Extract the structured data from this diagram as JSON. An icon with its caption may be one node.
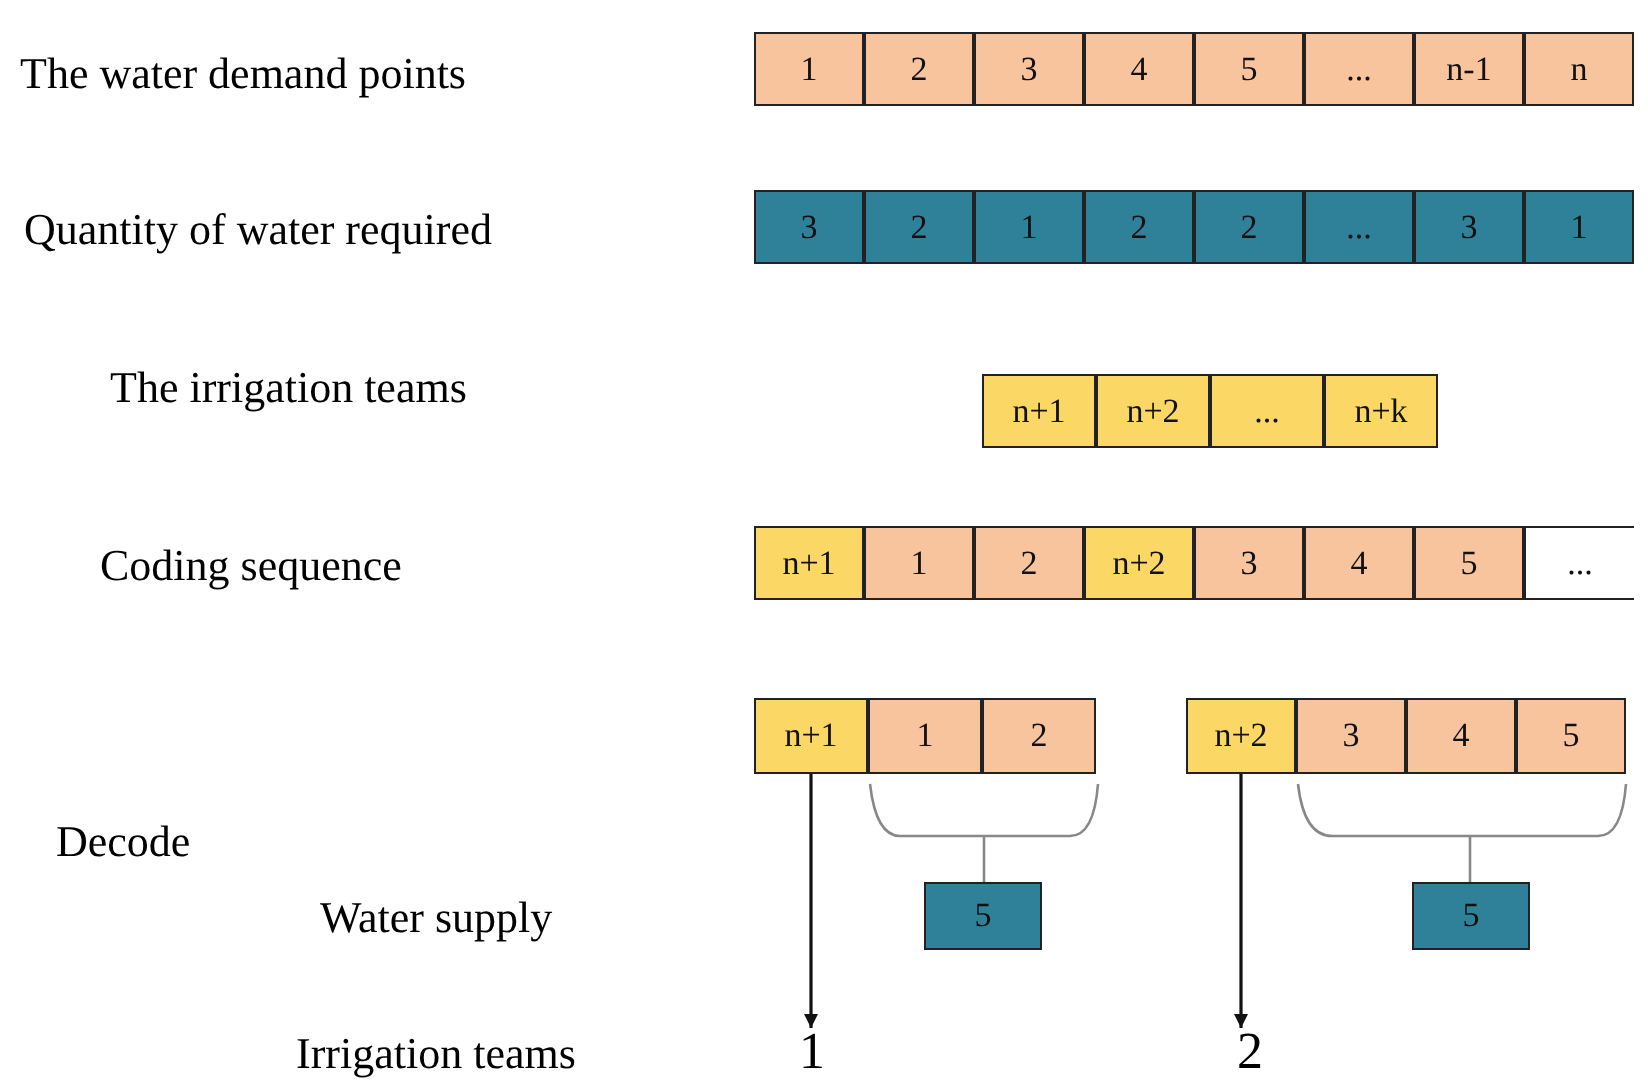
{
  "diagram": {
    "nodes": [
      {
        "text": [
          "1"
        ]
      },
      {
        "text": [
          "2"
        ]
      },
      {
        "text": [
          "3"
        ]
      },
      {
        "text": [
          "4"
        ]
      },
      {
        "text": [
          "5"
        ]
      },
      {
        "text": [
          "..."
        ]
      },
      {
        "text": [
          "n-1"
        ]
      },
      {
        "text": [
          "n"
        ]
      },
      {
        "text": [
          "3"
        ]
      },
      {
        "text": [
          "2"
        ]
      },
      {
        "text": [
          "1"
        ]
      },
      {
        "text": [
          "2"
        ]
      },
      {
        "text": [
          "2"
        ]
      },
      {
        "text": [
          "..."
        ]
      },
      {
        "text": [
          "3"
        ]
      },
      {
        "text": [
          "1"
        ]
      },
      {
        "text": [
          "n+1"
        ]
      },
      {
        "text": [
          "n+2"
        ]
      },
      {
        "text": [
          "..."
        ]
      },
      {
        "text": [
          "n+k"
        ]
      },
      {
        "text": [
          "n+1"
        ]
      },
      {
        "text": [
          "1"
        ]
      },
      {
        "text": [
          "2"
        ]
      },
      {
        "text": [
          "n+2"
        ]
      },
      {
        "text": [
          "3"
        ]
      },
      {
        "text": [
          "4"
        ]
      },
      {
        "text": [
          "5"
        ]
      },
      {
        "text": [
          "..."
        ]
      },
      {
        "text": [
          "n+1"
        ]
      },
      {
        "text": [
          "1"
        ]
      },
      {
        "text": [
          "2"
        ]
      },
      {
        "text": [
          "n+2"
        ]
      },
      {
        "text": [
          "3"
        ]
      },
      {
        "text": [
          "4"
        ]
      },
      {
        "text": [
          "5"
        ]
      },
      {
        "text": [
          "5"
        ]
      },
      {
        "text": [
          "5"
        ]
      },
      {
        "text": [
          "1"
        ]
      },
      {
        "text": [
          "2"
        ]
      }
    ],
    "edges": [
      {
        "from": 28,
        "to": 37,
        "arrow": "to"
      },
      {
        "from": 31,
        "to": 38,
        "arrow": "to"
      }
    ],
    "labels": [
      "The water demand points",
      "Quantity of water required",
      "The irrigation teams",
      "Coding sequence",
      "Decode",
      "Water supply",
      "Irrigation teams"
    ]
  }
}
